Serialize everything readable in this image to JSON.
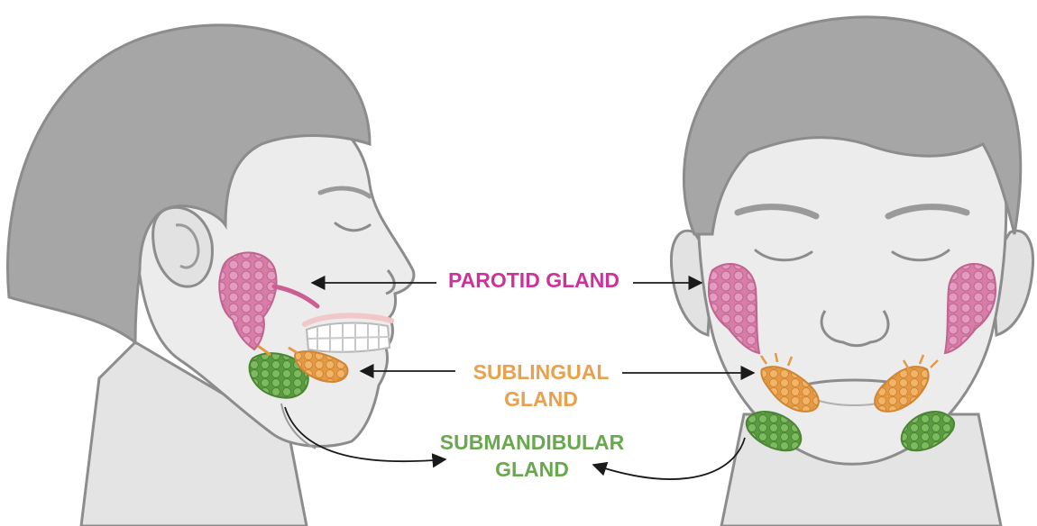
{
  "labels": {
    "parotid": "PAROTID GLAND",
    "sublingual_line1": "SUBLINGUAL",
    "sublingual_line2": "GLAND",
    "submandibular_line1": "SUBMANDIBULAR",
    "submandibular_line2": "GLAND"
  },
  "colors": {
    "parotid": "#cc3399",
    "sublingual": "#e8a14e",
    "submandibular": "#6aa84f",
    "skin": "#e9e9e9",
    "hair": "#a6a6a6",
    "outline": "#8c8c8c",
    "arrow": "#1a1a1a"
  }
}
